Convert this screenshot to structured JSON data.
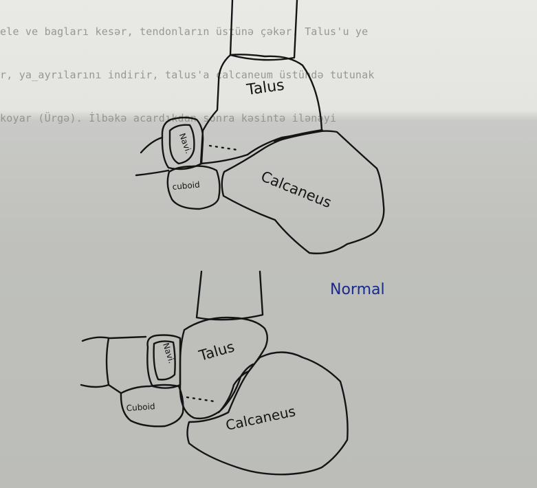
{
  "document": {
    "lines": [
      "ele ve bagları kesər, tendonların üstünə çəkər. Talus'u ye",
      "r, ya_ayrılarını indirir, talus'a calcaneum üstündə tutunak",
      "koyar (Ürgə). İlbəkə acardıkdan sonra kəsintə ilənəyi"
    ]
  },
  "top_figure": {
    "talus_label": "Talus",
    "navicular_label": "Navi.",
    "cuboid_label": "cuboid",
    "calcaneus_label": "Calcaneus",
    "caption": "Normal"
  },
  "bottom_figure": {
    "talus_label": "Talus",
    "navicular_label": "Navi.",
    "cuboid_label": "Cuboid",
    "calcaneus_label": "Calcaneus"
  },
  "colors": {
    "ink": "#141414",
    "caption_ink": "#1a2a8a",
    "paper_top": "#e9e9e5",
    "paper_bottom": "#bcbdb9"
  }
}
